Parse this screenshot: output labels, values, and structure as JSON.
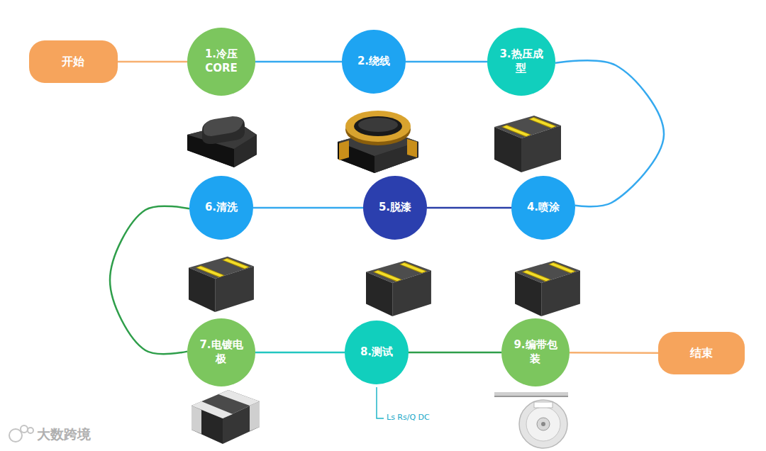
{
  "diagram": {
    "nodes": [
      {
        "text": [
          "开始"
        ]
      },
      {
        "text": [
          "1.冷压 CORE"
        ]
      },
      {
        "text": [
          "2.绕线"
        ]
      },
      {
        "text": [
          "3.热压成 型"
        ]
      },
      {
        "text": [
          "4.喷涂"
        ]
      },
      {
        "text": [
          "5.脱漆"
        ]
      },
      {
        "text": [
          "6.清洗"
        ]
      },
      {
        "text": [
          "7.电镀电 极"
        ]
      },
      {
        "text": [
          "8.测试"
        ]
      },
      {
        "text": [
          "9.编带包 装"
        ]
      },
      {
        "text": [
          "结束"
        ]
      }
    ],
    "edges": [
      {
        "from": 0,
        "to": 1,
        "arrow": "none"
      },
      {
        "from": 1,
        "to": 2,
        "arrow": "none"
      },
      {
        "from": 2,
        "to": 3,
        "arrow": "none"
      },
      {
        "from": 3,
        "to": 4,
        "arrow": "none"
      },
      {
        "from": 4,
        "to": 5,
        "arrow": "none"
      },
      {
        "from": 5,
        "to": 6,
        "arrow": "none"
      },
      {
        "from": 6,
        "to": 7,
        "arrow": "none"
      },
      {
        "from": 7,
        "to": 8,
        "arrow": "none"
      },
      {
        "from": 8,
        "to": 9,
        "arrow": "none"
      },
      {
        "from": 9,
        "to": 10,
        "arrow": "none"
      }
    ],
    "labels": [
      "Ls Rs/Q DC",
      "大数跨境"
    ]
  }
}
